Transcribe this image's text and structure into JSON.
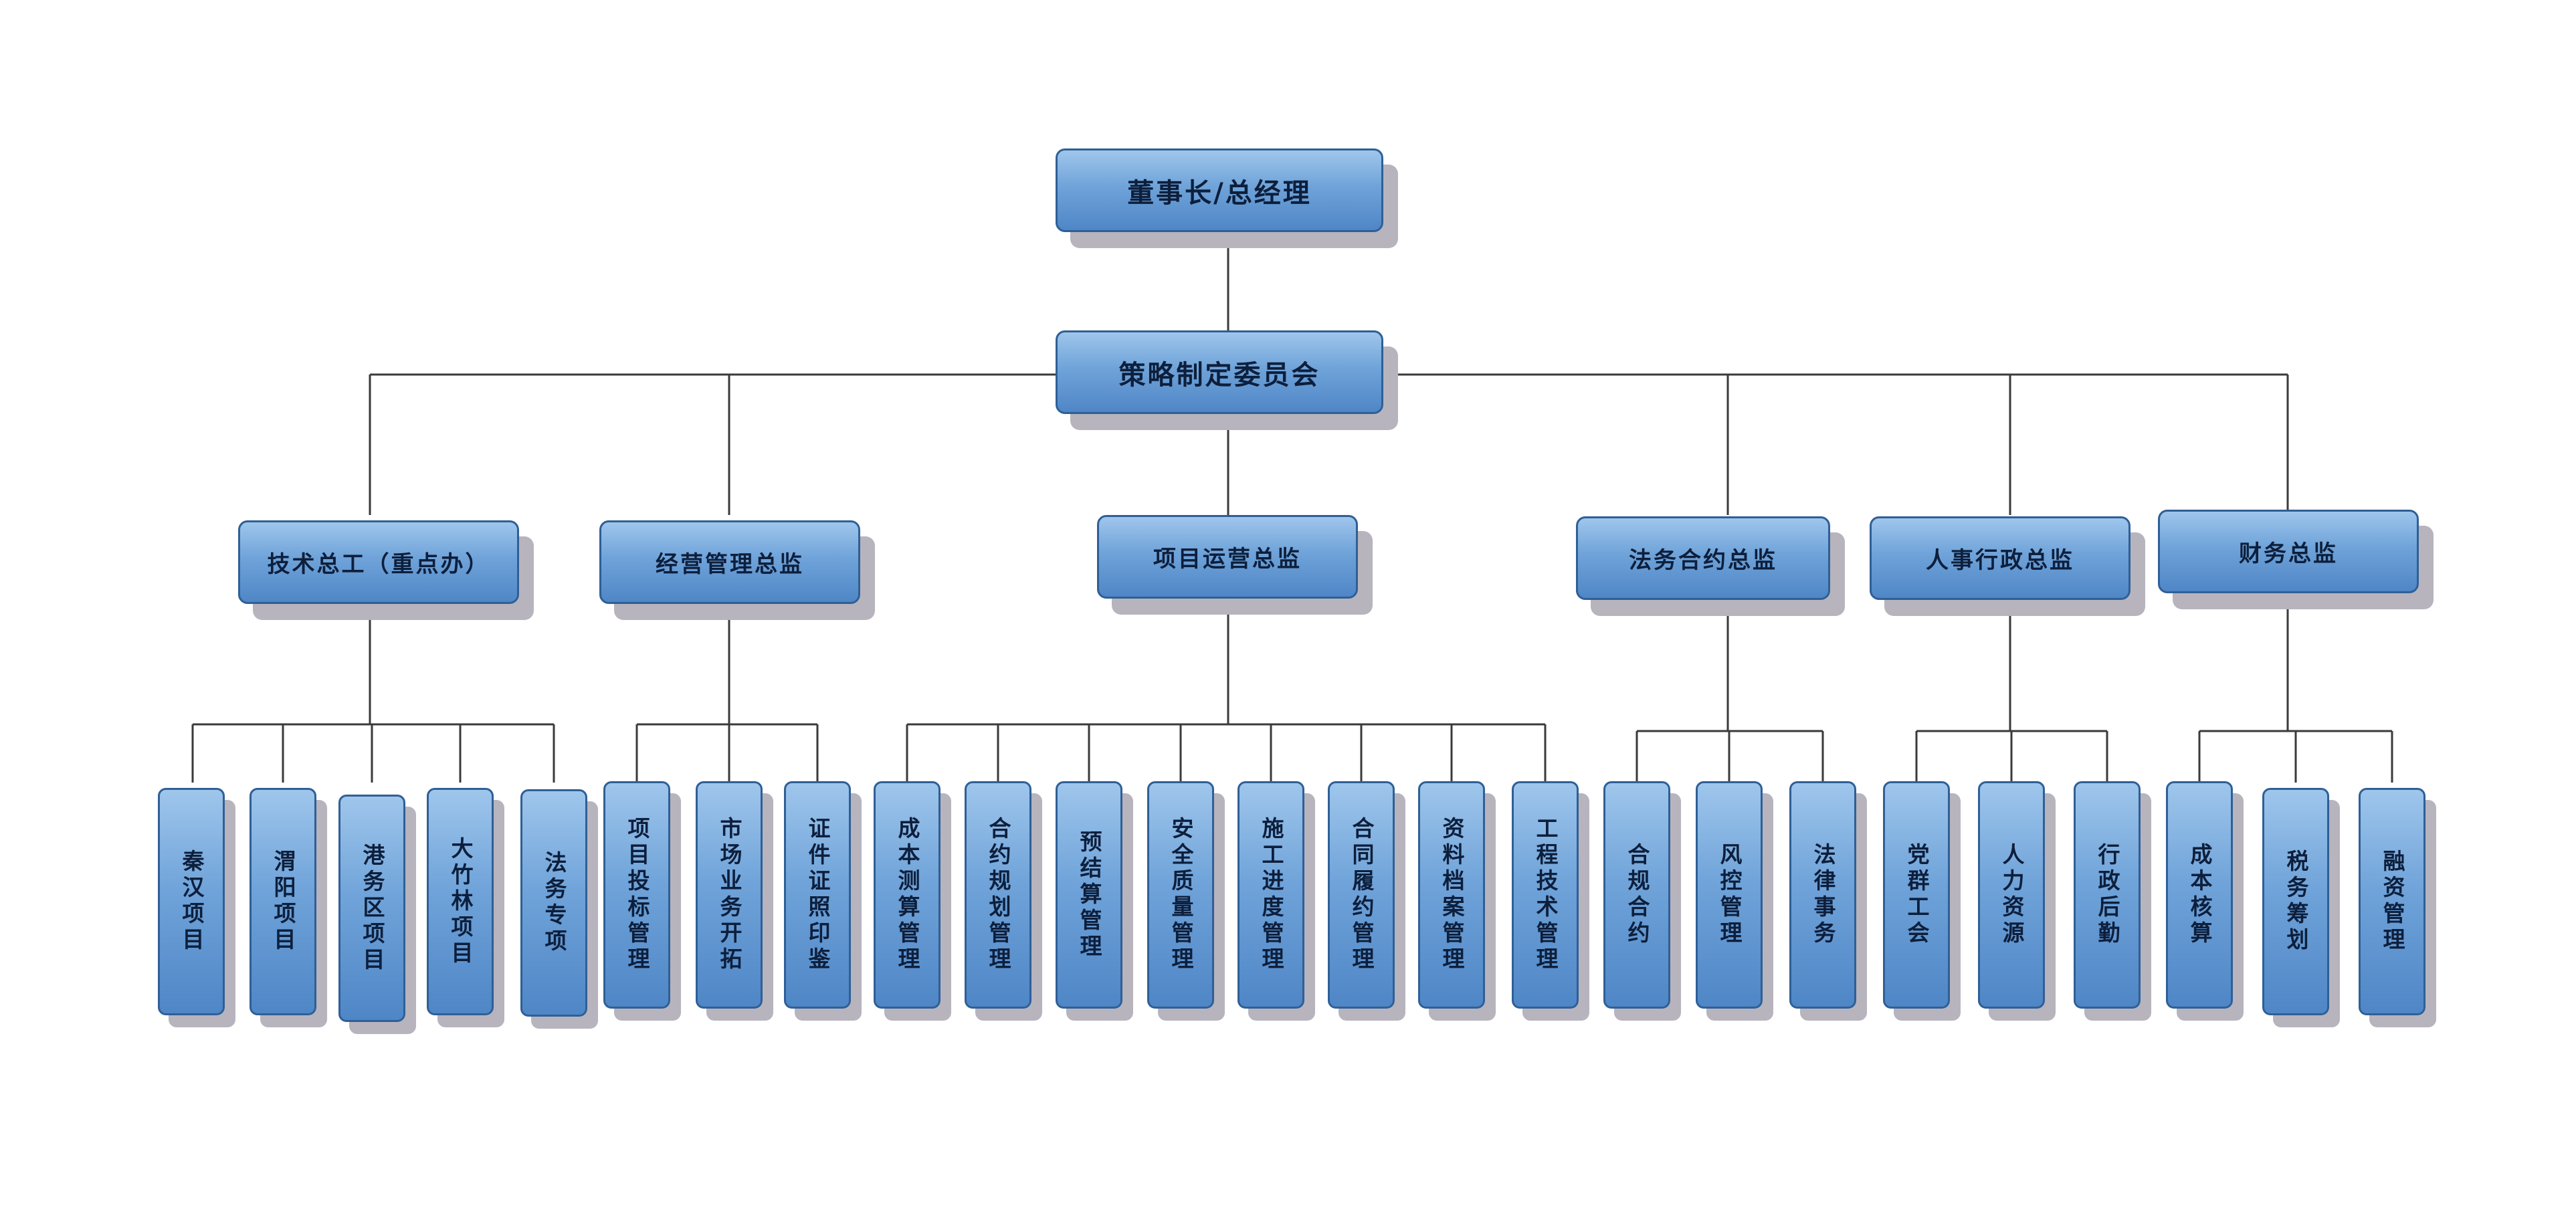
{
  "org": {
    "root": "董事长/总经理",
    "committee": "策略制定委员会",
    "departments": [
      {
        "label": "技术总工（重点办）",
        "children": [
          "秦汉项目",
          "渭阳项目",
          "港务区项目",
          "大竹林项目",
          "法务专项"
        ]
      },
      {
        "label": "经营管理总监",
        "children": [
          "项目投标管理",
          "市场业务开拓",
          "证件证照印鉴"
        ]
      },
      {
        "label": "项目运营总监",
        "children": [
          "成本测算管理",
          "合约规划管理",
          "预结算管理",
          "安全质量管理",
          "施工进度管理",
          "合同履约管理",
          "资料档案管理",
          "工程技术管理"
        ]
      },
      {
        "label": "法务合约总监",
        "children": [
          "合规合约",
          "风控管理",
          "法律事务"
        ]
      },
      {
        "label": "人事行政总监",
        "children": [
          "党群工会",
          "人力资源",
          "行政后勤"
        ]
      },
      {
        "label": "财务总监",
        "children": [
          "成本核算",
          "税务筹划",
          "融资管理"
        ]
      }
    ]
  },
  "colors": {
    "box_fill": "#6fa3d9",
    "box_border": "#2f5f96",
    "shadow": "#b7b4be",
    "line": "#3a3a3a"
  }
}
